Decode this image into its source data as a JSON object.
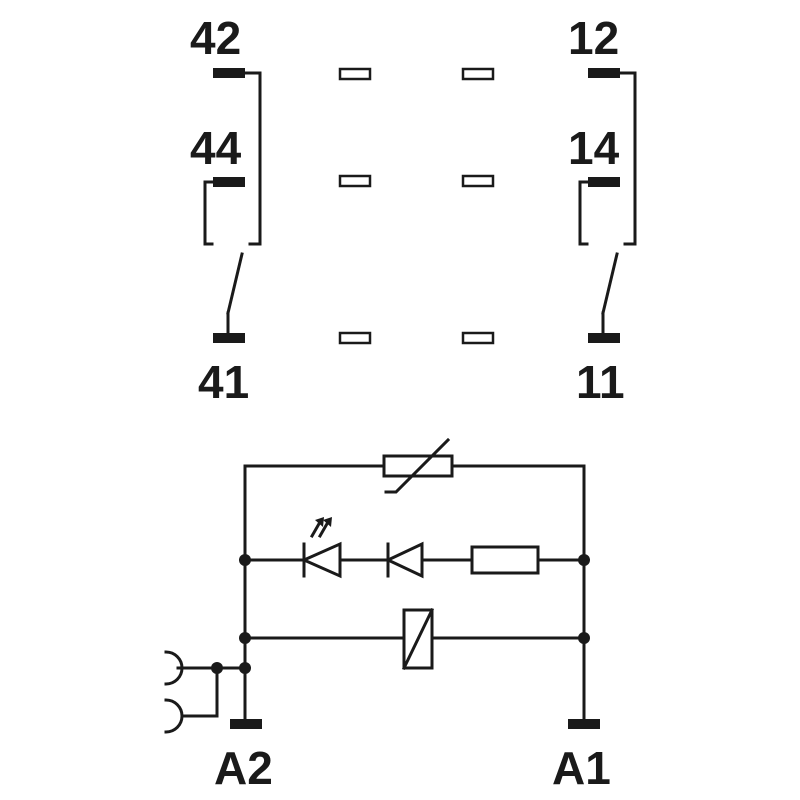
{
  "terminals": {
    "t42": "42",
    "t44": "44",
    "t41": "41",
    "t12": "12",
    "t14": "14",
    "t11": "11",
    "a2": "A2",
    "a1": "A1"
  },
  "colors": {
    "line": "#1a1a1a",
    "background": "#ffffff"
  }
}
